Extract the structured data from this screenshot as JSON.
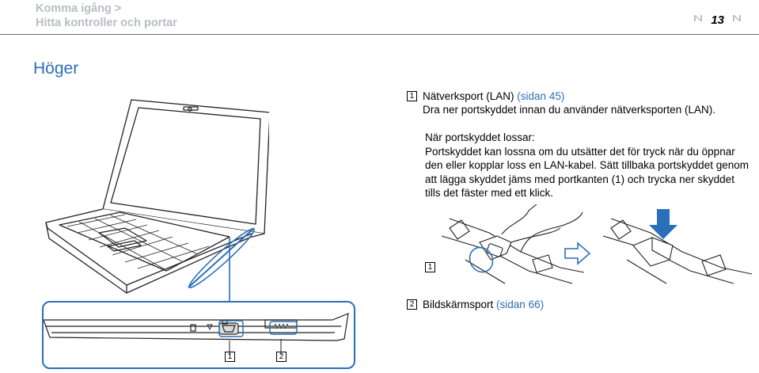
{
  "breadcrumb": {
    "line1": "Komma igång >",
    "line2": "Hitta kontroller och portar"
  },
  "pager": {
    "page_number": "13",
    "prev_icon": "arrow-left-icon",
    "next_icon": "arrow-right-icon"
  },
  "section": {
    "title": "Höger"
  },
  "items": [
    {
      "number": "1",
      "title": "Nätverksport (LAN)",
      "link": "(sidan 45)",
      "line2": "Dra ner portskyddet innan du använder nätverksporten (LAN)."
    },
    {
      "number": "2",
      "title": "Bildskärmsport",
      "link": "(sidan 66)"
    }
  ],
  "note": {
    "heading": "När portskyddet lossar:",
    "body": "Portskyddet kan lossna om du utsätter det för tryck när du öppnar den eller kopplar loss en LAN-kabel. Sätt tillbaka portskyddet genom att lägga skyddet jäms med portkanten (1) och trycka ner skyddet tills det fäster med ett klick."
  },
  "illustration": {
    "callout_1": "1",
    "callout_2": "2",
    "cover_callout": "1"
  },
  "colors": {
    "accent": "#2b6fb8",
    "breadcrumb": "#b9bec4",
    "highlight": "#2b6fb8"
  }
}
